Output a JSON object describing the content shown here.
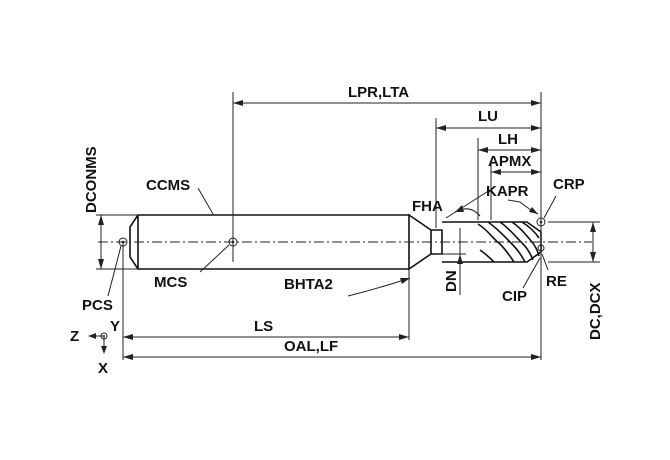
{
  "labels": {
    "lpr_lta": "LPR,LTA",
    "lu": "LU",
    "lh": "LH",
    "apmx": "APMX",
    "kapr": "KAPR",
    "crp": "CRP",
    "fha": "FHA",
    "ccms": "CCMS",
    "dconms": "DCONMS",
    "mcs": "MCS",
    "bhta2": "BHTA2",
    "dn": "DN",
    "cip": "CIP",
    "re": "RE",
    "dc_dcx": "DC,DCX",
    "pcs": "PCS",
    "ls": "LS",
    "oal_lf": "OAL,LF",
    "axis_z": "Z",
    "axis_y": "Y",
    "axis_x": "X"
  },
  "colors": {
    "line": "#222222",
    "text": "#111111",
    "background": "#ffffff"
  }
}
